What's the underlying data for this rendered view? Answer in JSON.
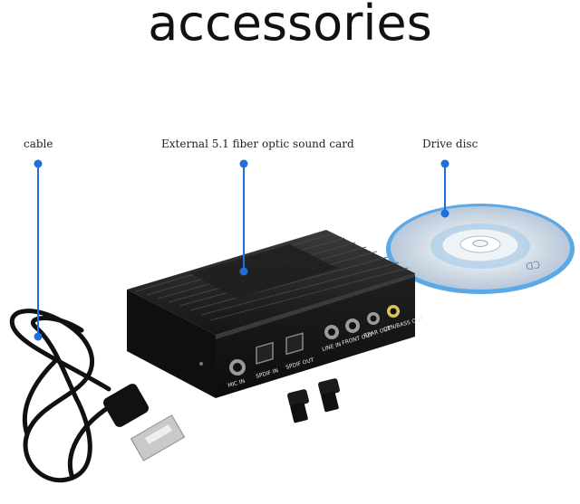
{
  "title": "accessories",
  "callouts": {
    "cable": "cable",
    "sound_card": "External 5.1 fiber optic sound card",
    "drive_disc": "Drive disc"
  },
  "disc_text": "CD",
  "ports": [
    "MIC IN",
    "SPDIF IN",
    "SPDIF OUT",
    "LINE IN",
    "FRONT OUT",
    "REAR OUT",
    "CEN/BASS OUT"
  ],
  "colors": {
    "callout": "#1e6fd9",
    "device": "#1b1b1b",
    "disc_rim": "#5aa8e6"
  }
}
